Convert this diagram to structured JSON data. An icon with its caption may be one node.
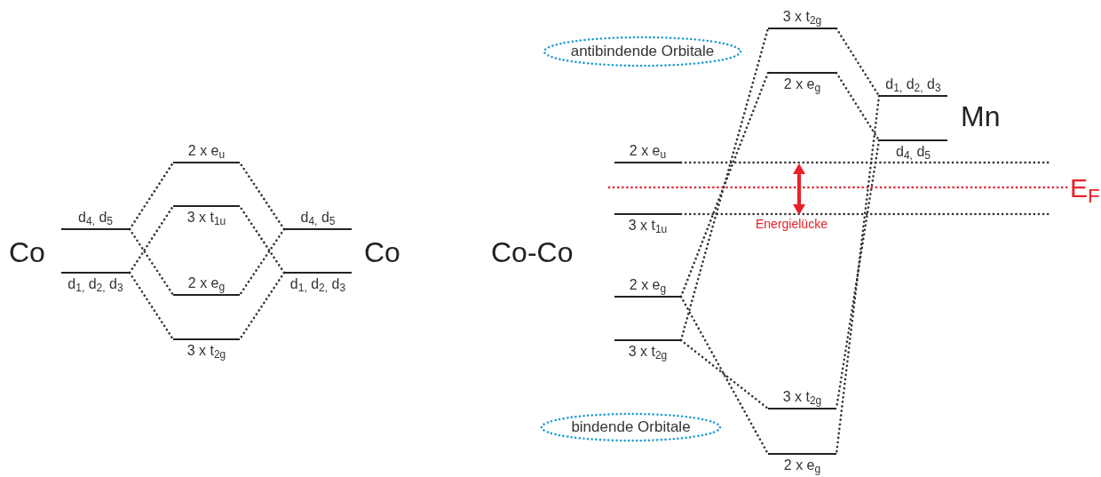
{
  "diagram": {
    "nodes": [
      {
        "text": [
          "d$_{4,}$ d$_{5}$"
        ]
      },
      {
        "text": [
          "d$_{1,}$ d$_{2,}$ d$_{3}$"
        ]
      },
      {
        "text": [
          "2 x e$_{u}$"
        ]
      },
      {
        "text": [
          "3 x t$_{1u}$"
        ]
      },
      {
        "text": [
          "2 x e$_{g}$"
        ]
      },
      {
        "text": [
          "3 x t$_{2g}$"
        ]
      },
      {
        "text": [
          "d$_{4,}$ d$_{5}$"
        ]
      },
      {
        "text": [
          "d$_{1,}$ d$_{2,}$ d$_{3}$"
        ]
      },
      {
        "text": [
          "antibindende Orbitale"
        ]
      },
      {
        "text": [
          "3 x t$_{2g}$"
        ]
      },
      {
        "text": [
          "2 x e$_{g}$"
        ]
      },
      {
        "text": [
          "d$_{1,}$ d$_{2,}$ d$_{3}$"
        ]
      },
      {
        "text": [
          "d$_{4,}$ d$_{5}$"
        ]
      },
      {
        "text": [
          "2 x e$_{u}$"
        ]
      },
      {
        "text": [
          "3 x t$_{1u}$"
        ]
      },
      {
        "text": [
          "E$_{F}$"
        ]
      },
      {
        "text": [
          "2 x e$_{g}$"
        ]
      },
      {
        "text": [
          "3 x t$_{2g}$"
        ]
      },
      {
        "text": [
          "3 x t$_{2g}$"
        ]
      },
      {
        "text": [
          "bindende Orbitale"
        ]
      },
      {
        "text": [
          "2 x e$_{g}$"
        ]
      }
    ],
    "edges": [
      {
        "from": 0,
        "to": 2,
        "arrow": "none"
      },
      {
        "from": 0,
        "to": 4,
        "arrow": "none"
      },
      {
        "from": 1,
        "to": 3,
        "arrow": "none"
      },
      {
        "from": 1,
        "to": 5,
        "arrow": "none"
      },
      {
        "from": 6,
        "to": 2,
        "arrow": "none"
      },
      {
        "from": 6,
        "to": 4,
        "arrow": "none"
      },
      {
        "from": 7,
        "to": 3,
        "arrow": "none"
      },
      {
        "from": 7,
        "to": 5,
        "arrow": "none"
      },
      {
        "from": 17,
        "to": 9,
        "arrow": "none"
      },
      {
        "from": 16,
        "to": 10,
        "arrow": "none"
      },
      {
        "from": 9,
        "to": 11,
        "arrow": "none"
      },
      {
        "from": 10,
        "to": 12,
        "arrow": "none"
      },
      {
        "from": 11,
        "to": 20,
        "arrow": "none"
      },
      {
        "from": 12,
        "to": 18,
        "arrow": "none"
      },
      {
        "from": 16,
        "to": 20,
        "arrow": "none"
      },
      {
        "from": 17,
        "to": 18,
        "arrow": "none"
      },
      {
        "from": 13,
        "to": null,
        "arrow": "none"
      },
      {
        "from": 14,
        "to": null,
        "arrow": "none"
      },
      {
        "from": null,
        "to": 15,
        "arrow": "none",
        "color": "#e8202a"
      }
    ],
    "labels": [
      "Co",
      "Co",
      "Co-Co",
      "Mn",
      "Energielücke"
    ]
  }
}
